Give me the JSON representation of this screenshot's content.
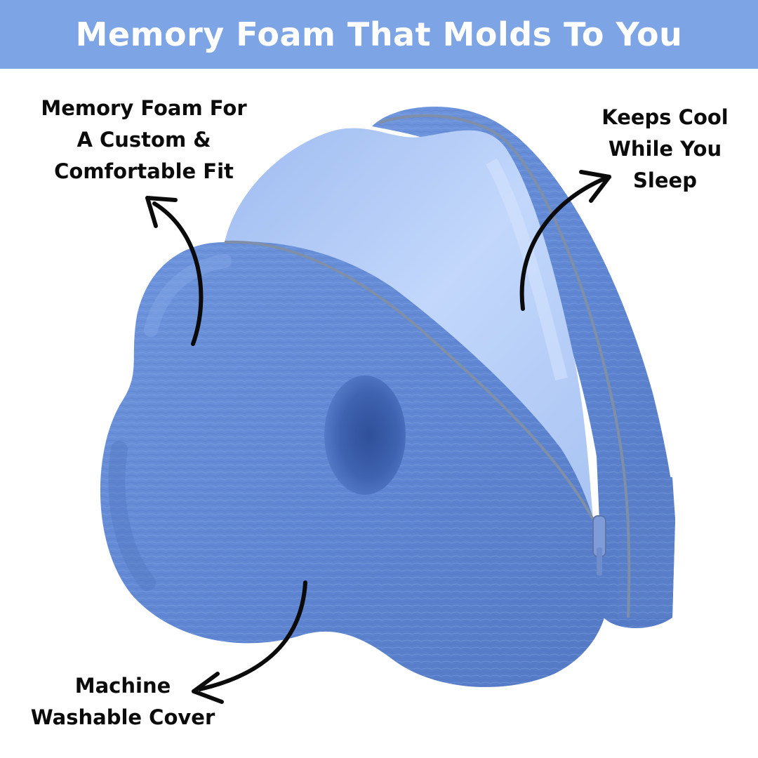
{
  "banner": {
    "title": "Memory Foam That Molds To You",
    "background": "#7da4e4"
  },
  "callouts": {
    "memory_foam": {
      "line1": "Memory Foam For",
      "line2": "A Custom &",
      "line3": "Comfortable Fit"
    },
    "keeps_cool": {
      "line1": "Keeps Cool",
      "line2": "While You",
      "line3": "Sleep"
    },
    "washable": {
      "line1": "Machine",
      "line2": "Washable Cover"
    }
  },
  "colors": {
    "cover": "#5f86d2",
    "foam": "#b4cdf6",
    "zipper": "#7f8fa8",
    "arrow": "#0b0b0b"
  }
}
